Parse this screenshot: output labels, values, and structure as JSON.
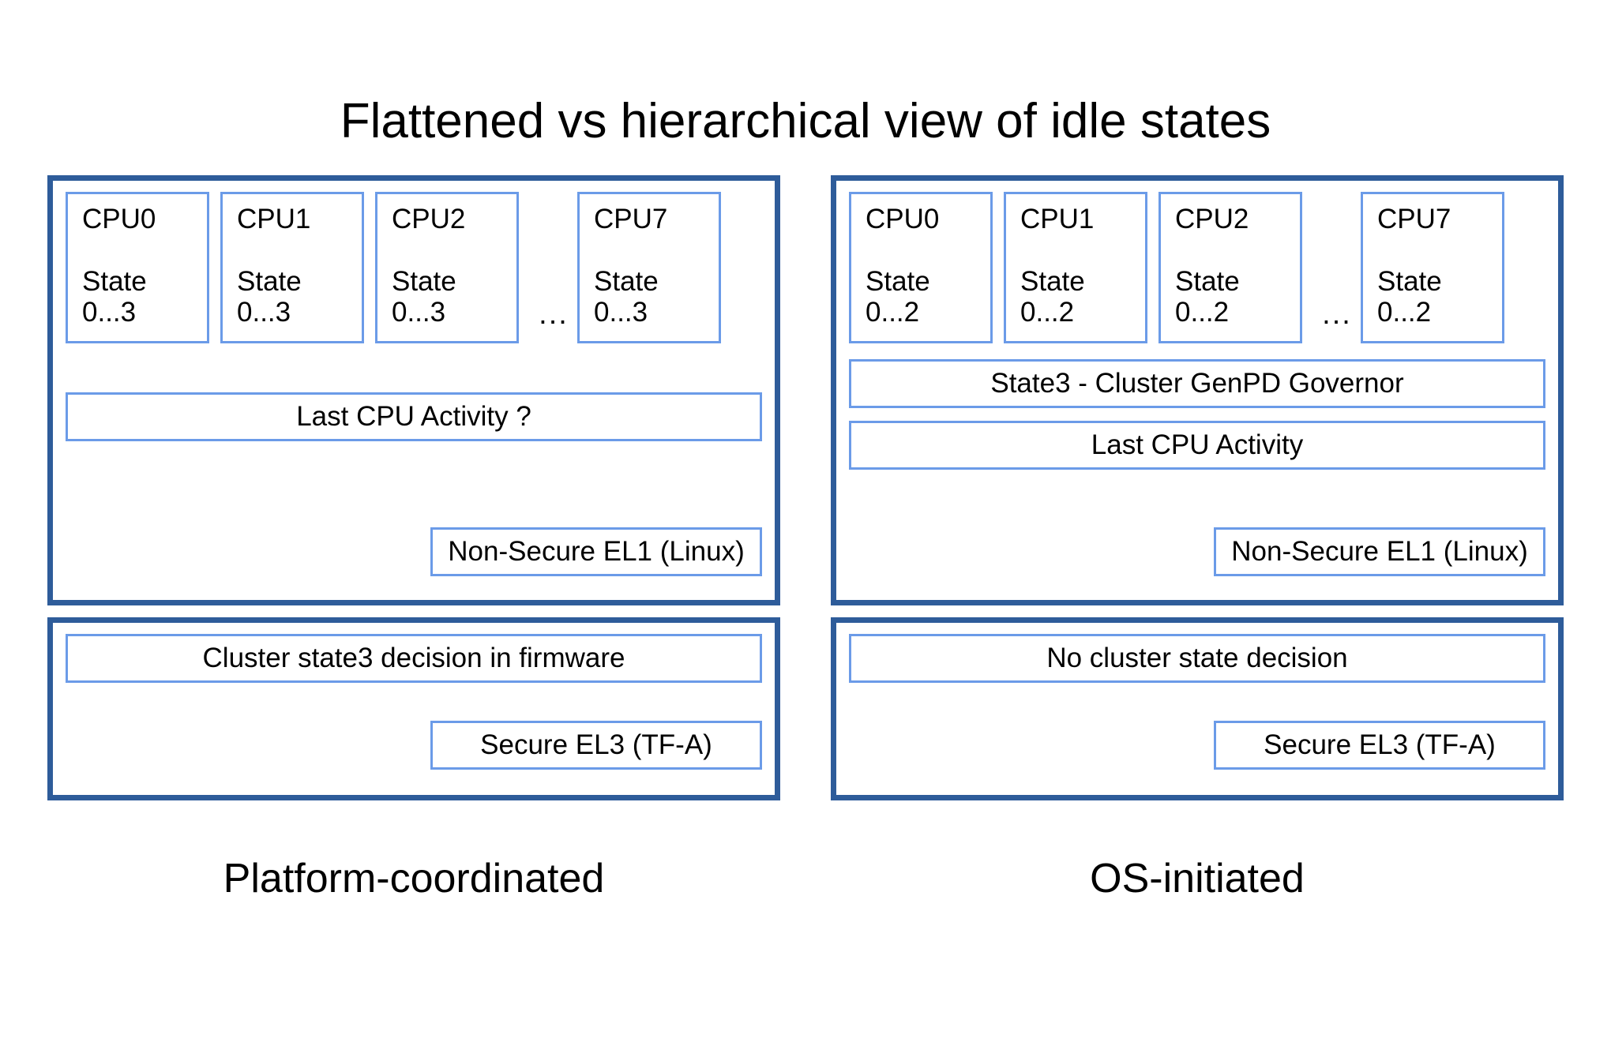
{
  "title": "Flattened vs hierarchical view of idle states",
  "colors": {
    "outer_border": "#2E5C9A",
    "inner_border": "#6B9BE8",
    "background": "#ffffff",
    "text": "#000000"
  },
  "ellipsis": "...",
  "left": {
    "caption": "Platform-coordinated",
    "cpus": [
      {
        "name": "CPU0",
        "state_label": "State",
        "state_range": "0...3"
      },
      {
        "name": "CPU1",
        "state_label": "State",
        "state_range": "0...3"
      },
      {
        "name": "CPU2",
        "state_label": "State",
        "state_range": "0...3"
      },
      {
        "name": "CPU7",
        "state_label": "State",
        "state_range": "0...3"
      }
    ],
    "bars": [
      "Last CPU Activity ?"
    ],
    "el_tag": "Non-Secure EL1 (Linux)",
    "firmware_bar": "Cluster state3 decision in firmware",
    "firmware_tag": "Secure EL3 (TF-A)"
  },
  "right": {
    "caption": "OS-initiated",
    "cpus": [
      {
        "name": "CPU0",
        "state_label": "State",
        "state_range": "0...2"
      },
      {
        "name": "CPU1",
        "state_label": "State",
        "state_range": "0...2"
      },
      {
        "name": "CPU2",
        "state_label": "State",
        "state_range": "0...2"
      },
      {
        "name": "CPU7",
        "state_label": "State",
        "state_range": "0...2"
      }
    ],
    "bars": [
      "State3 - Cluster GenPD Governor",
      "Last CPU Activity"
    ],
    "el_tag": "Non-Secure EL1 (Linux)",
    "firmware_bar": "No cluster state decision",
    "firmware_tag": "Secure EL3 (TF-A)"
  }
}
